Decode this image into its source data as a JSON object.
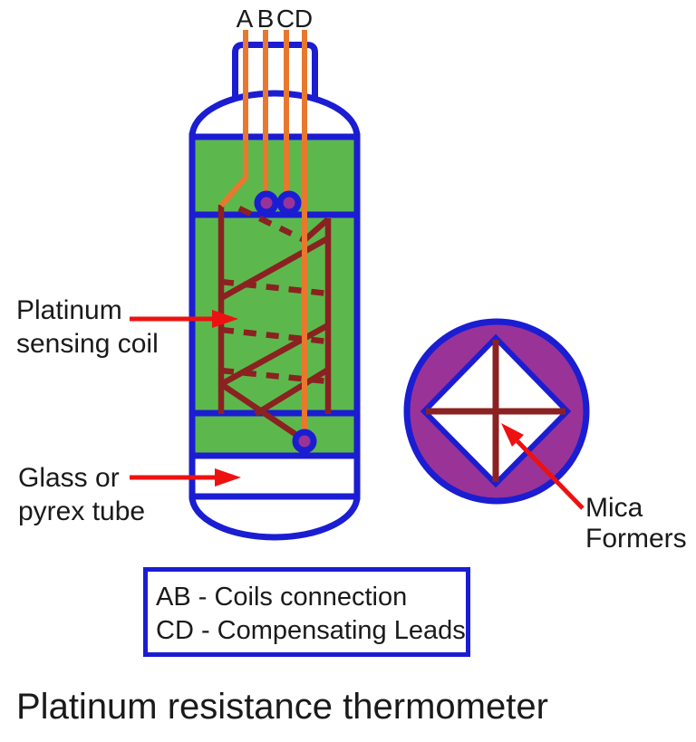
{
  "figure": {
    "title": "Platinum resistance thermometer"
  },
  "wire_labels": {
    "a": "A",
    "b": "B",
    "c": "C",
    "d": "D"
  },
  "annotations": {
    "platinum_coil": {
      "line1": "Platinum",
      "line2": "sensing coil"
    },
    "glass_tube": {
      "line1": "Glass or",
      "line2": "pyrex tube"
    },
    "mica_formers": {
      "line1": "Mica",
      "line2": "Formers"
    }
  },
  "legend": {
    "line1": "AB - Coils connection",
    "line2": "CD - Compensating Leads"
  },
  "colors": {
    "tube_outline_blue": "#1b1dd2",
    "packing_green": "#5cb84c",
    "coil_maroon": "#8b2121",
    "lead_wire_orange": "#e8782e",
    "mica_purple": "#993398",
    "arrow_red": "#ee1111",
    "text_black": "#1a1a1a",
    "background": "#ffffff"
  }
}
